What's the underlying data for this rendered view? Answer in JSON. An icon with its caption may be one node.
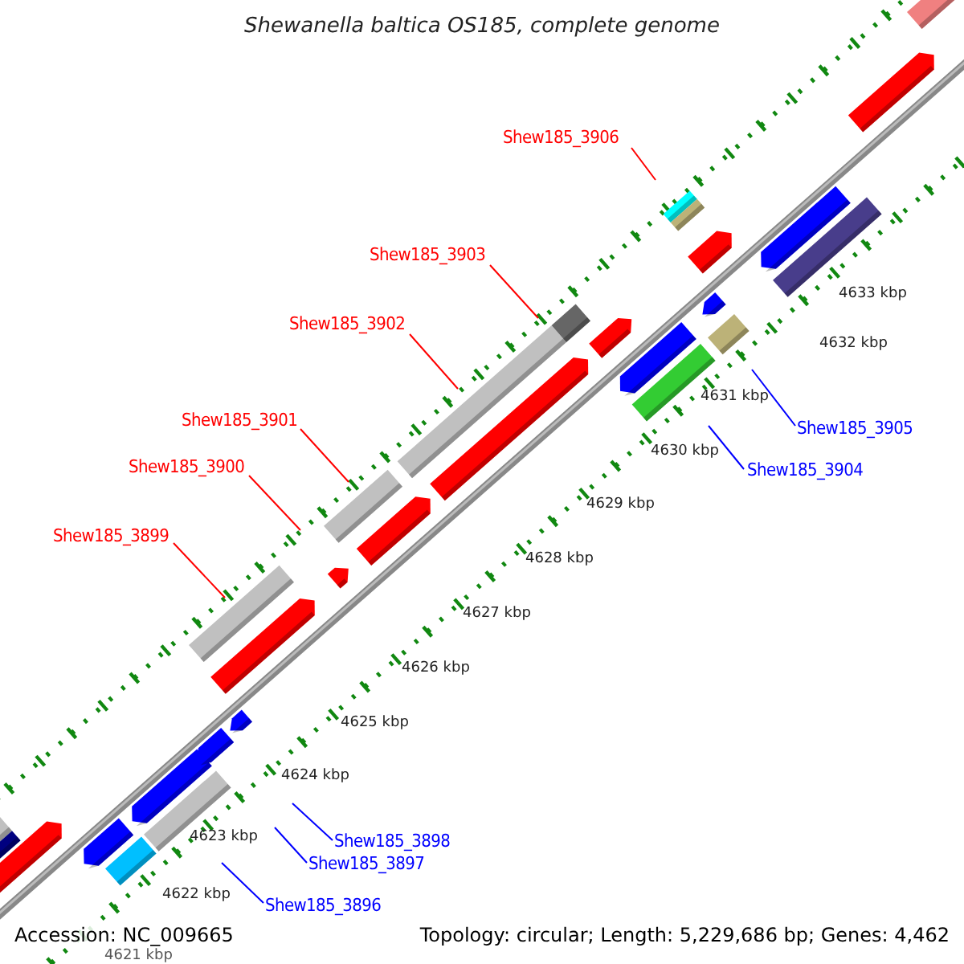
{
  "diagram": {
    "title": "Shewanella baltica OS185, complete genome",
    "nodes": [
      {
        "text": [
          "Shew185_3906"
        ]
      },
      {
        "text": [
          "Shew185_3903"
        ]
      },
      {
        "text": [
          "Shew185_3902"
        ]
      },
      {
        "text": [
          "Shew185_3901"
        ]
      },
      {
        "text": [
          "Shew185_3900"
        ]
      },
      {
        "text": [
          "Shew185_3899"
        ]
      },
      {
        "text": [
          "Shew185_3905"
        ]
      },
      {
        "text": [
          "Shew185_3904"
        ]
      },
      {
        "text": [
          "Shew185_3898"
        ]
      },
      {
        "text": [
          "Shew185_3897"
        ]
      },
      {
        "text": [
          "Shew185_3896"
        ]
      }
    ],
    "edges": [
      {
        "from": 0,
        "to": null,
        "arrow": "none"
      },
      {
        "from": 1,
        "to": null,
        "arrow": "none"
      },
      {
        "from": 2,
        "to": null,
        "arrow": "none"
      },
      {
        "from": 3,
        "to": null,
        "arrow": "none"
      },
      {
        "from": 4,
        "to": null,
        "arrow": "none"
      },
      {
        "from": 5,
        "to": null,
        "arrow": "none"
      },
      {
        "from": 6,
        "to": null,
        "arrow": "none",
        "color": "#0000ff"
      },
      {
        "from": 7,
        "to": null,
        "arrow": "none",
        "color": "#0000ff"
      },
      {
        "from": 8,
        "to": null,
        "arrow": "none",
        "color": "#0000ff"
      },
      {
        "from": 9,
        "to": null,
        "arrow": "none",
        "color": "#0000ff"
      },
      {
        "from": 10,
        "to": null,
        "arrow": "none",
        "color": "#0000ff"
      }
    ],
    "labels": [
      "4633 kbp",
      "4632 kbp",
      "4631 kbp",
      "4630 kbp",
      "4629 kbp",
      "4628 kbp",
      "4627 kbp",
      "4626 kbp",
      "4625 kbp",
      "4624 kbp",
      "4623 kbp",
      "4622 kbp",
      "4621 kbp",
      "Accession: NC_009665",
      "Topology: circular; Length: 5,229,686 bp; Genes: 4,462"
    ]
  }
}
